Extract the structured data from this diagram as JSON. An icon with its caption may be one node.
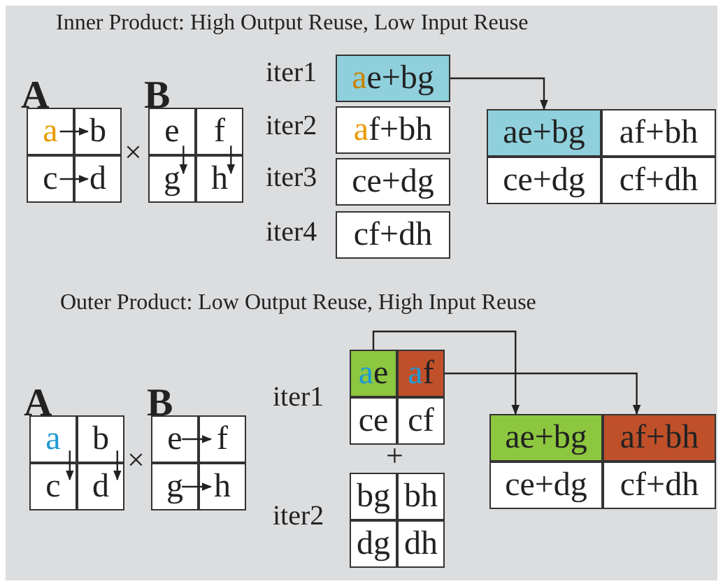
{
  "diagram": {
    "nodes": [
      {
        "text": [
          "a"
        ]
      },
      {
        "text": [
          "b"
        ]
      },
      {
        "text": [
          "c"
        ]
      },
      {
        "text": [
          "d"
        ]
      },
      {
        "text": [
          "e"
        ]
      },
      {
        "text": [
          "f"
        ]
      },
      {
        "text": [
          "g"
        ]
      },
      {
        "text": [
          "h"
        ]
      },
      {
        "text": [
          "ae+bg"
        ]
      },
      {
        "text": [
          "af+bh"
        ]
      },
      {
        "text": [
          "ce+dg"
        ]
      },
      {
        "text": [
          "cf+dh"
        ]
      },
      {
        "text": [
          "ae+bg"
        ]
      },
      {
        "text": [
          "af+bh"
        ]
      },
      {
        "text": [
          "ce+dg"
        ]
      },
      {
        "text": [
          "cf+dh"
        ]
      },
      {
        "text": [
          "a"
        ]
      },
      {
        "text": [
          "b"
        ]
      },
      {
        "text": [
          "c"
        ]
      },
      {
        "text": [
          "d"
        ]
      },
      {
        "text": [
          "e"
        ]
      },
      {
        "text": [
          "f"
        ]
      },
      {
        "text": [
          "g"
        ]
      },
      {
        "text": [
          "h"
        ]
      },
      {
        "text": [
          "ae"
        ]
      },
      {
        "text": [
          "af"
        ]
      },
      {
        "text": [
          "ce"
        ]
      },
      {
        "text": [
          "cf"
        ]
      },
      {
        "text": [
          "bg"
        ]
      },
      {
        "text": [
          "bh"
        ]
      },
      {
        "text": [
          "dg"
        ]
      },
      {
        "text": [
          "dh"
        ]
      },
      {
        "text": [
          "ae+bg"
        ]
      },
      {
        "text": [
          "af+bh"
        ]
      },
      {
        "text": [
          "ce+dg"
        ]
      },
      {
        "text": [
          "cf+dh"
        ]
      }
    ],
    "edges": [
      {
        "from": 0,
        "to": 1,
        "arrow": "to"
      },
      {
        "from": 2,
        "to": 3,
        "arrow": "to"
      },
      {
        "from": 4,
        "to": 6,
        "arrow": "to"
      },
      {
        "from": 5,
        "to": 7,
        "arrow": "to"
      },
      {
        "from": 8,
        "to": 12,
        "arrow": "to"
      },
      {
        "from": 16,
        "to": 18,
        "arrow": "to"
      },
      {
        "from": 17,
        "to": 19,
        "arrow": "to"
      },
      {
        "from": 20,
        "to": 21,
        "arrow": "to"
      },
      {
        "from": 22,
        "to": 23,
        "arrow": "to"
      },
      {
        "from": 24,
        "to": 32,
        "arrow": "to"
      },
      {
        "from": 25,
        "to": 33,
        "arrow": "to"
      }
    ],
    "labels": [
      "Inner Product: High Output Reuse, Low Input Reuse",
      "iter1",
      "A",
      "B",
      "×",
      "iter2",
      "iter3",
      "iter4",
      "Outer Product: Low Output Reuse, High Input Reuse",
      "iter1",
      "A",
      "B",
      "×",
      "+",
      "iter2"
    ]
  }
}
